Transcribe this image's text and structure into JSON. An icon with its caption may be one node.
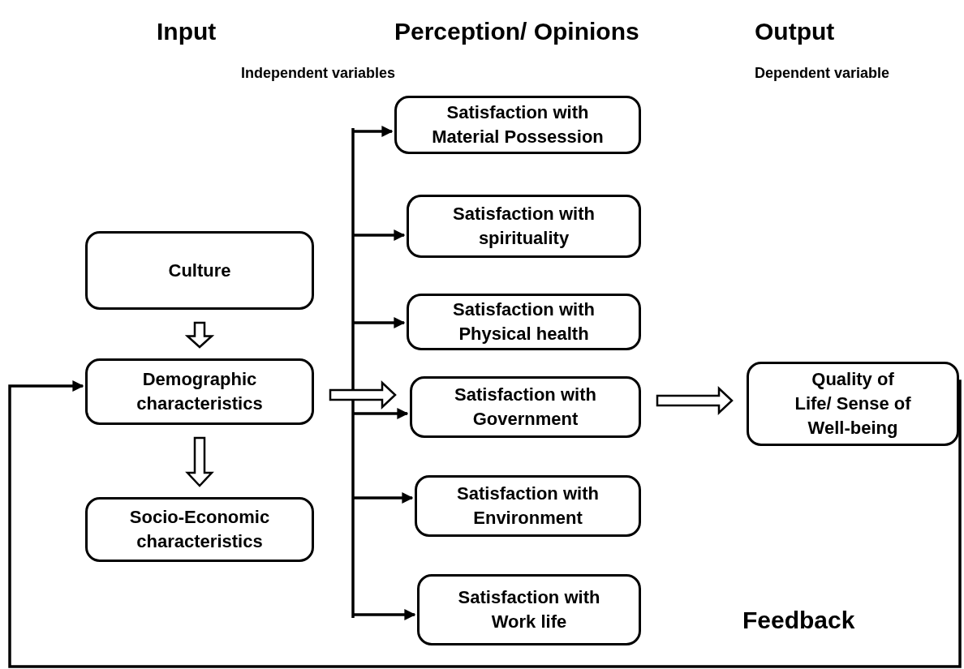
{
  "diagram": {
    "nodes": [
      {
        "text": [
          "Culture"
        ]
      },
      {
        "text": [
          "Demographic characteristics"
        ]
      },
      {
        "text": [
          "Socio-Economic characteristics"
        ]
      },
      {
        "text": [
          "Satisfaction with Material Possession"
        ]
      },
      {
        "text": [
          "Satisfaction with spirituality"
        ]
      },
      {
        "text": [
          "Satisfaction with Physical health"
        ]
      },
      {
        "text": [
          "Satisfaction with Government"
        ]
      },
      {
        "text": [
          "Satisfaction with Environment"
        ]
      },
      {
        "text": [
          "Satisfaction with Work life"
        ]
      },
      {
        "text": [
          "Quality of Life/ Sense of Well-being"
        ]
      }
    ],
    "edges": [
      {
        "from": 0,
        "to": 1,
        "arrow": "to",
        "style": "thick"
      },
      {
        "from": 1,
        "to": 2,
        "arrow": "to",
        "style": "thick"
      },
      {
        "from": 1,
        "to": 6,
        "arrow": "to",
        "style": "thick"
      },
      {
        "from": null,
        "to": 3,
        "arrow": "to"
      },
      {
        "from": null,
        "to": 4,
        "arrow": "to"
      },
      {
        "from": null,
        "to": 5,
        "arrow": "to"
      },
      {
        "from": null,
        "to": 6,
        "arrow": "to"
      },
      {
        "from": null,
        "to": 7,
        "arrow": "to"
      },
      {
        "from": null,
        "to": 8,
        "arrow": "to"
      },
      {
        "from": 6,
        "to": 9,
        "arrow": "to",
        "style": "thick"
      },
      {
        "from": 9,
        "to": 1,
        "arrow": "to"
      }
    ],
    "labels": [
      "Input",
      "Perception/ Opinions",
      "Output",
      "Independent variables",
      "Dependent variable",
      "Feedback"
    ]
  }
}
